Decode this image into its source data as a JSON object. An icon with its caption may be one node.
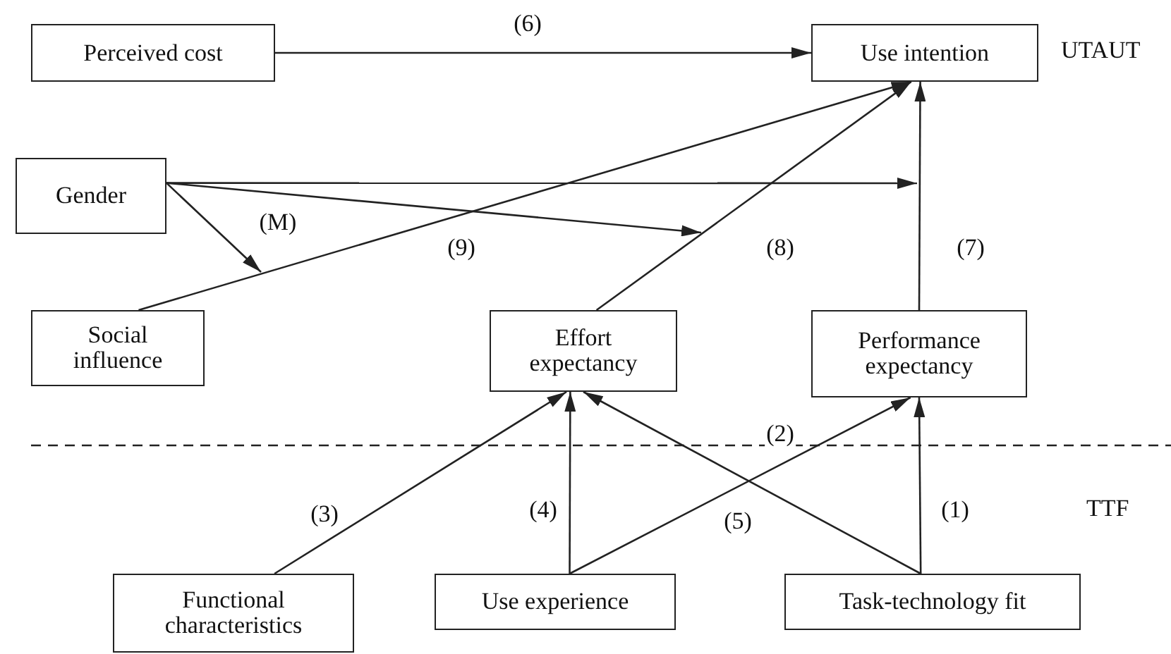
{
  "diagram": {
    "nodes": [
      {
        "text": [
          "Perceived cost"
        ]
      },
      {
        "text": [
          "Use intention"
        ]
      },
      {
        "text": [
          "Gender"
        ]
      },
      {
        "text": [
          "Social influence"
        ]
      },
      {
        "text": [
          "Effort expectancy"
        ]
      },
      {
        "text": [
          "Performance expectancy"
        ]
      },
      {
        "text": [
          "Functional characteristics"
        ]
      },
      {
        "text": [
          "Use experience"
        ]
      },
      {
        "text": [
          "Task-technology fit"
        ]
      }
    ],
    "edges": [
      {
        "from": 0,
        "to": 1,
        "arrow": "to",
        "label": "(6)"
      },
      {
        "from": 3,
        "to": 1,
        "arrow": "to",
        "label": "(9)"
      },
      {
        "from": 4,
        "to": 1,
        "arrow": "to",
        "label": "(8)"
      },
      {
        "from": 5,
        "to": 1,
        "arrow": "to",
        "label": "(7)"
      },
      {
        "from": 2,
        "to": null,
        "arrow": "to"
      },
      {
        "from": 2,
        "to": null,
        "arrow": "to"
      },
      {
        "from": 2,
        "to": null,
        "arrow": "to",
        "label": "(M)"
      },
      {
        "from": 6,
        "to": 4,
        "arrow": "to",
        "label": "(3)"
      },
      {
        "from": 7,
        "to": 4,
        "arrow": "to",
        "label": "(4)"
      },
      {
        "from": 7,
        "to": 5,
        "arrow": "to",
        "label": "(2)"
      },
      {
        "from": 8,
        "to": 4,
        "arrow": "to",
        "label": "(5)"
      },
      {
        "from": 8,
        "to": 5,
        "arrow": "to",
        "label": "(1)"
      }
    ],
    "labels": [
      "UTAUT",
      "TTF"
    ]
  }
}
